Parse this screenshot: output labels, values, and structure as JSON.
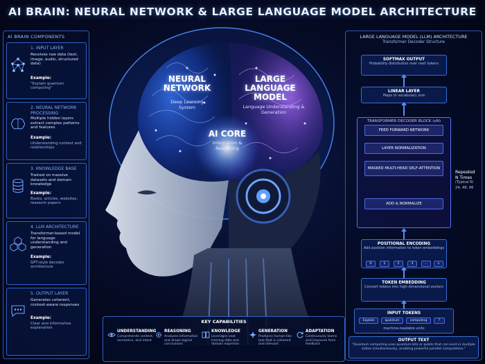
{
  "title": "AI BRAIN: NEURAL NETWORK & LARGE LANGUAGE MODEL ARCHITECTURE",
  "left_panel": {
    "heading": "AI BRAIN COMPONENTS",
    "components": [
      {
        "title": "1. INPUT LAYER",
        "desc": "Receives raw data (text, image, audio, structured data)",
        "example_label": "Example:",
        "example": "\"Explain quantum computing\"",
        "icon": "network-icon"
      },
      {
        "title": "2. NEURAL NETWORK PROCESSING",
        "desc": "Multiple hidden layers extract complex patterns and features",
        "example_label": "Example:",
        "example": "Understanding context and relationships",
        "icon": "brain-icon"
      },
      {
        "title": "3. KNOWLEDGE BASE",
        "desc": "Trained on massive datasets and domain knowledge",
        "example_label": "Example:",
        "example": "Books, articles, websites, research papers",
        "icon": "database-icon"
      },
      {
        "title": "4. LLM ARCHITECTURE",
        "desc": "Transformer-based model for language understanding and generation",
        "example_label": "Example:",
        "example": "GPT-style decoder architecture",
        "icon": "cubes-icon"
      },
      {
        "title": "5. OUTPUT LAYER",
        "desc": "Generates coherent, context-aware responses",
        "example_label": "Example:",
        "example": "Clear and informative explanation",
        "icon": "chat-icon"
      }
    ]
  },
  "center": {
    "nn_title": "NEURAL NETWORK",
    "nn_sub": "Deep Learning System",
    "llm_title": "LARGE LANGUAGE MODEL",
    "llm_sub": "Language Understanding & Generation",
    "core_title": "AI CORE",
    "core_sub": "Integration & Reasoning"
  },
  "capabilities": {
    "title": "KEY CAPABILITIES",
    "items": [
      {
        "name": "UNDERSTANDING",
        "desc": "Comprehends context, semantics, and intent",
        "icon": "eye-icon"
      },
      {
        "name": "REASONING",
        "desc": "Analyzes information and draws logical conclusions",
        "icon": "gear-icon"
      },
      {
        "name": "KNOWLEDGE",
        "desc": "Leverages vast training data and domain expertise",
        "icon": "book-icon"
      },
      {
        "name": "GENERATION",
        "desc": "Produces human-like text that is coherent and relevant",
        "icon": "spark-icon"
      },
      {
        "name": "ADAPTATION",
        "desc": "Continuously learns and improves from feedback",
        "icon": "cycle-icon"
      }
    ]
  },
  "right_panel": {
    "title": "LARGE LANGUAGE MODEL (LLM) ARCHITECTURE",
    "subtitle": "Transformer Decoder Structure",
    "softmax": {
      "title": "SOFTMAX OUTPUT",
      "desc": "Probability distribution over next tokens"
    },
    "linear": {
      "title": "LINEAR LAYER",
      "desc": "Maps to vocabulary size"
    },
    "decoder_title": "TRANSFORMER DECODER BLOCK (xN)",
    "decoder_layers": [
      "LAYER NORMALIZATION",
      "MASKED MULTI-HEAD SELF-ATTENTION",
      "ADD & NORMALIZE"
    ],
    "decoder_top": "FEED FORWARD NETWORK",
    "repeat": {
      "line1": "Repeated",
      "line2": "N Times",
      "line3": "(Typical N:",
      "line4": "24, 48, 96"
    },
    "positional": {
      "title": "POSITIONAL ENCODING",
      "desc": "Add position information to token embeddings",
      "chips": [
        "0",
        "1",
        "2",
        "3",
        "...",
        "n"
      ]
    },
    "embedding": {
      "title": "TOKEN EMBEDDING",
      "desc": "Convert tokens into high-dimensional vectors"
    },
    "input_tokens": {
      "title": "INPUT TOKENS",
      "chips": [
        "Explain",
        "quantum",
        "computing",
        "?"
      ],
      "desc": "machine-readable units"
    },
    "output_text": {
      "title": "OUTPUT TEXT",
      "desc": "\"Quantum computing uses quantum bits or qubits that can exist in multiple states simultaneously, enabling powerful parallel computation.\""
    }
  },
  "colors": {
    "accent": "#3a6fd6",
    "glow": "#5a8cff",
    "purple": "#9b5cff",
    "background": "#050a22"
  }
}
